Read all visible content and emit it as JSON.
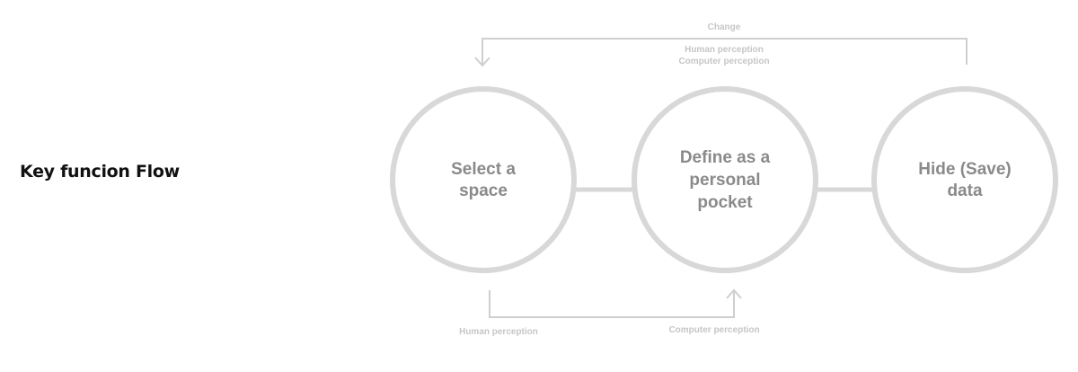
{
  "title": "Key funcion Flow",
  "diagram": {
    "top_loop": {
      "label": "Change",
      "sub_label_1": "Human perception",
      "sub_label_2": "Computer perception"
    },
    "nodes": [
      {
        "lines": [
          "Select a",
          "space"
        ]
      },
      {
        "lines": [
          "Define as a",
          "personal",
          "pocket"
        ]
      },
      {
        "lines": [
          "Hide (Save)",
          "data"
        ]
      }
    ],
    "bottom_loop": {
      "start_label": "Human perception",
      "end_label": "Computer perception"
    }
  }
}
